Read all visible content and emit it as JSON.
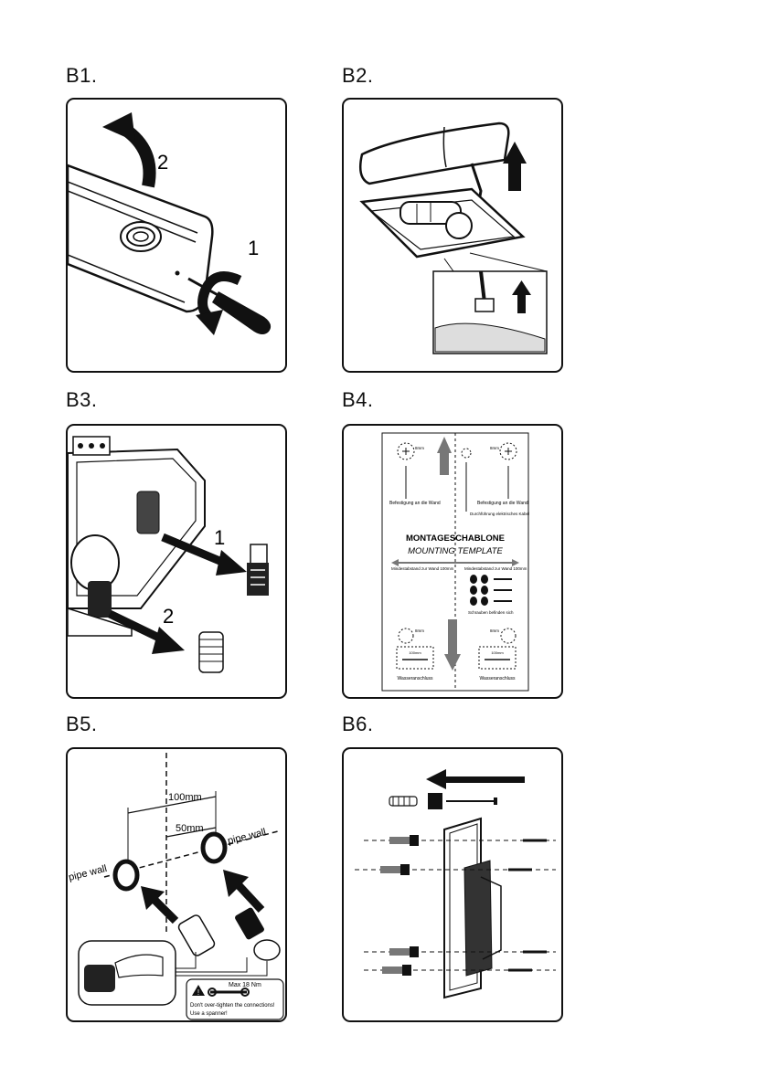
{
  "steps": [
    {
      "id": "B1",
      "label": "B1.",
      "callouts": [
        "2",
        "1"
      ]
    },
    {
      "id": "B2",
      "label": "B2."
    },
    {
      "id": "B3",
      "label": "B3.",
      "callouts": [
        "1",
        "2"
      ]
    },
    {
      "id": "B4",
      "label": "B4.",
      "template": {
        "title_de": "MONTAGESCHABLONE",
        "title_en": "MOUNTING TEMPLATE",
        "wall_left": "Befestigung an die Wand",
        "wall_right": "Befestigung an die Wand",
        "cable_entry": "Durchführung elektrisches Kabel",
        "min_left": "Mindestabstand zur Wand 100mm",
        "min_right": "Mindestabstand zur Wand 100mm",
        "screws_text": "Schrauben befinden sich",
        "water_left": "Wasseranschluss",
        "water_right": "Wasseranschluss",
        "hole": "8mm",
        "pipe": "100mm"
      }
    },
    {
      "id": "B5",
      "label": "B5.",
      "dim_100": "100mm",
      "dim_50": "50mm",
      "pipe_wall_left": "pipe wall",
      "pipe_wall_right": "pipe wall",
      "torque": "Max 18 Nm",
      "warning_line1": "Don't over-tighten the connections!",
      "warning_line2": "Use a spanner!"
    },
    {
      "id": "B6",
      "label": "B6."
    }
  ]
}
